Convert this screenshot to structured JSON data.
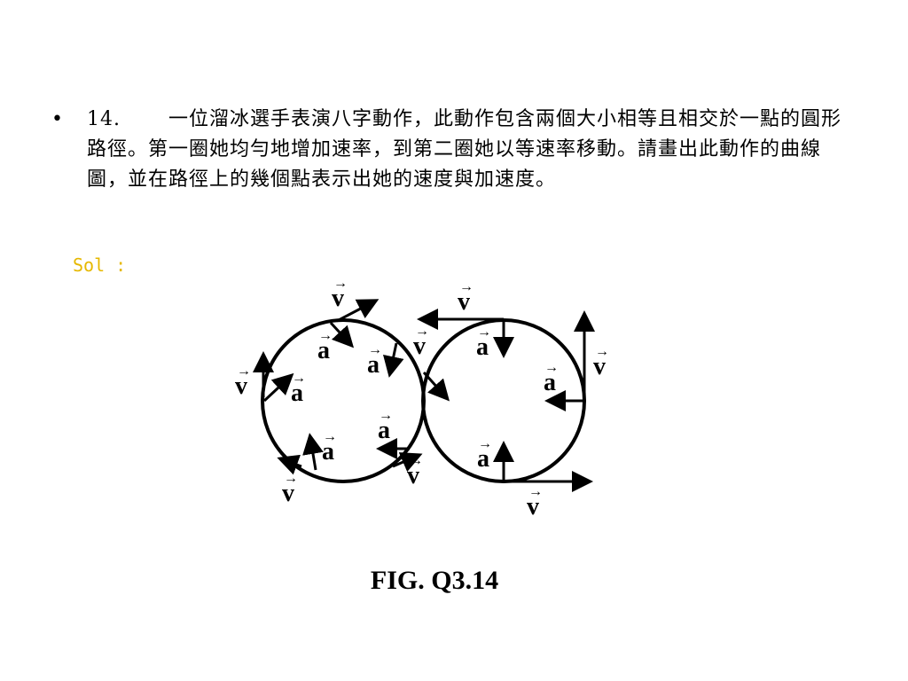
{
  "question": {
    "bullet": "•",
    "number": "14.",
    "text": "一位溜冰選手表演八字動作，此動作包含兩個大小相等且相交於一點的圓形路徑。第一圈她均勻地增加速率，到第二圈她以等速率移動。請畫出此動作的曲線圖，並在路徑上的幾個點表示出她的速度與加速度。"
  },
  "solution": {
    "label": "Sol :"
  },
  "figure": {
    "velocity_label": "v",
    "acceleration_label": "a",
    "caption": "FIG. Q3.14"
  }
}
